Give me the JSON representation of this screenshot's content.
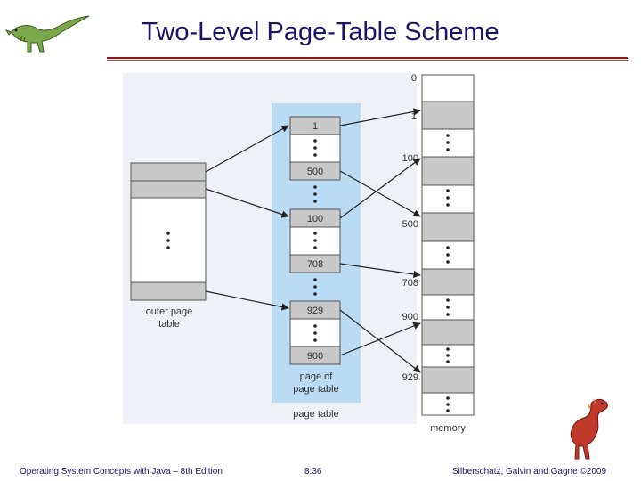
{
  "slide": {
    "title": "Two-Level Page-Table Scheme",
    "footer_left": "Operating System Concepts  with Java – 8th Edition",
    "footer_mid": "8.36",
    "footer_right": "Silberschatz, Galvin and Gagne ©2009"
  },
  "diagram": {
    "outer_label_1": "outer page",
    "outer_label_2": "table",
    "pop_label_1": "page of",
    "pop_label_2": "page table",
    "page_table_label": "page table",
    "memory_label": "memory",
    "entries": [
      "1",
      "500",
      "100",
      "708",
      "929",
      "900"
    ],
    "mem_labels": [
      "0",
      "1",
      "100",
      "500",
      "708",
      "900",
      "929"
    ]
  },
  "icons": {
    "logo": "dinosaur-icon",
    "corner": "dinosaur-corner-icon"
  }
}
